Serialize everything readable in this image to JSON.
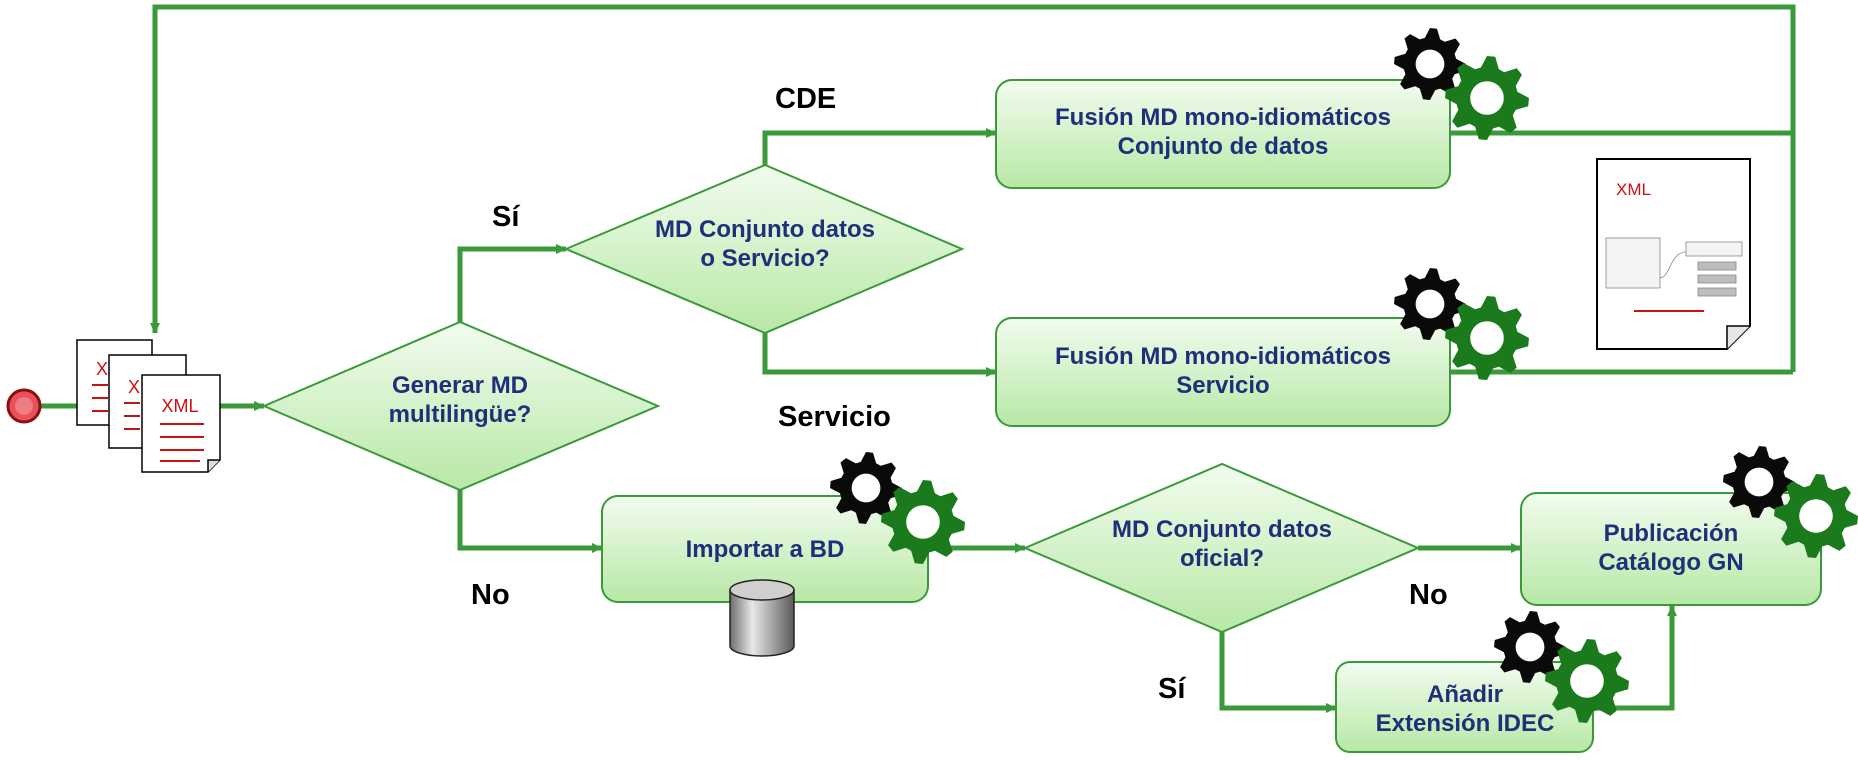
{
  "colors": {
    "line": "#3a9a3a",
    "box_fill_top": "#f2fcef",
    "box_fill_bottom": "#b8e8a6",
    "box_stroke": "#3a9a3a",
    "node_text": "#1f2f7a",
    "label_text": "#000000",
    "xml_red": "#cc1111",
    "start_fill": "#e8505a",
    "start_stroke": "#8a1010",
    "gear_black": "#0a0a0a",
    "gear_green": "#1b7a1b"
  },
  "decisions": {
    "generar": [
      "Generar MD",
      "multilingüe?"
    ],
    "conjunto_servicio": [
      "MD Conjunto datos",
      "o Servicio?"
    ],
    "oficial": [
      "MD Conjunto datos",
      "oficial?"
    ]
  },
  "processes": {
    "fusion_cde": [
      "Fusión MD mono-idiomáticos",
      "Conjunto de datos"
    ],
    "fusion_servicio": [
      "Fusión MD mono-idiomáticos",
      "Servicio"
    ],
    "importar": [
      "Importar a BD"
    ],
    "publicacion": [
      "Publicación",
      "Catálogo GN"
    ],
    "anadir": [
      "Añadir",
      "Extensión IDEC"
    ]
  },
  "edge_labels": {
    "si_top": "Sí",
    "cde": "CDE",
    "servicio": "Servicio",
    "no_left": "No",
    "no_right": "No",
    "si_bottom": "Sí"
  },
  "documents": {
    "xml_stack_label": "XML",
    "xml_output_label": "XML"
  },
  "icons": {
    "start": "start-circle-icon",
    "xml_stack": "xml-documents-icon",
    "database": "database-cylinder-icon",
    "gears": "gears-icon",
    "xml_output": "xml-schema-document-icon"
  }
}
